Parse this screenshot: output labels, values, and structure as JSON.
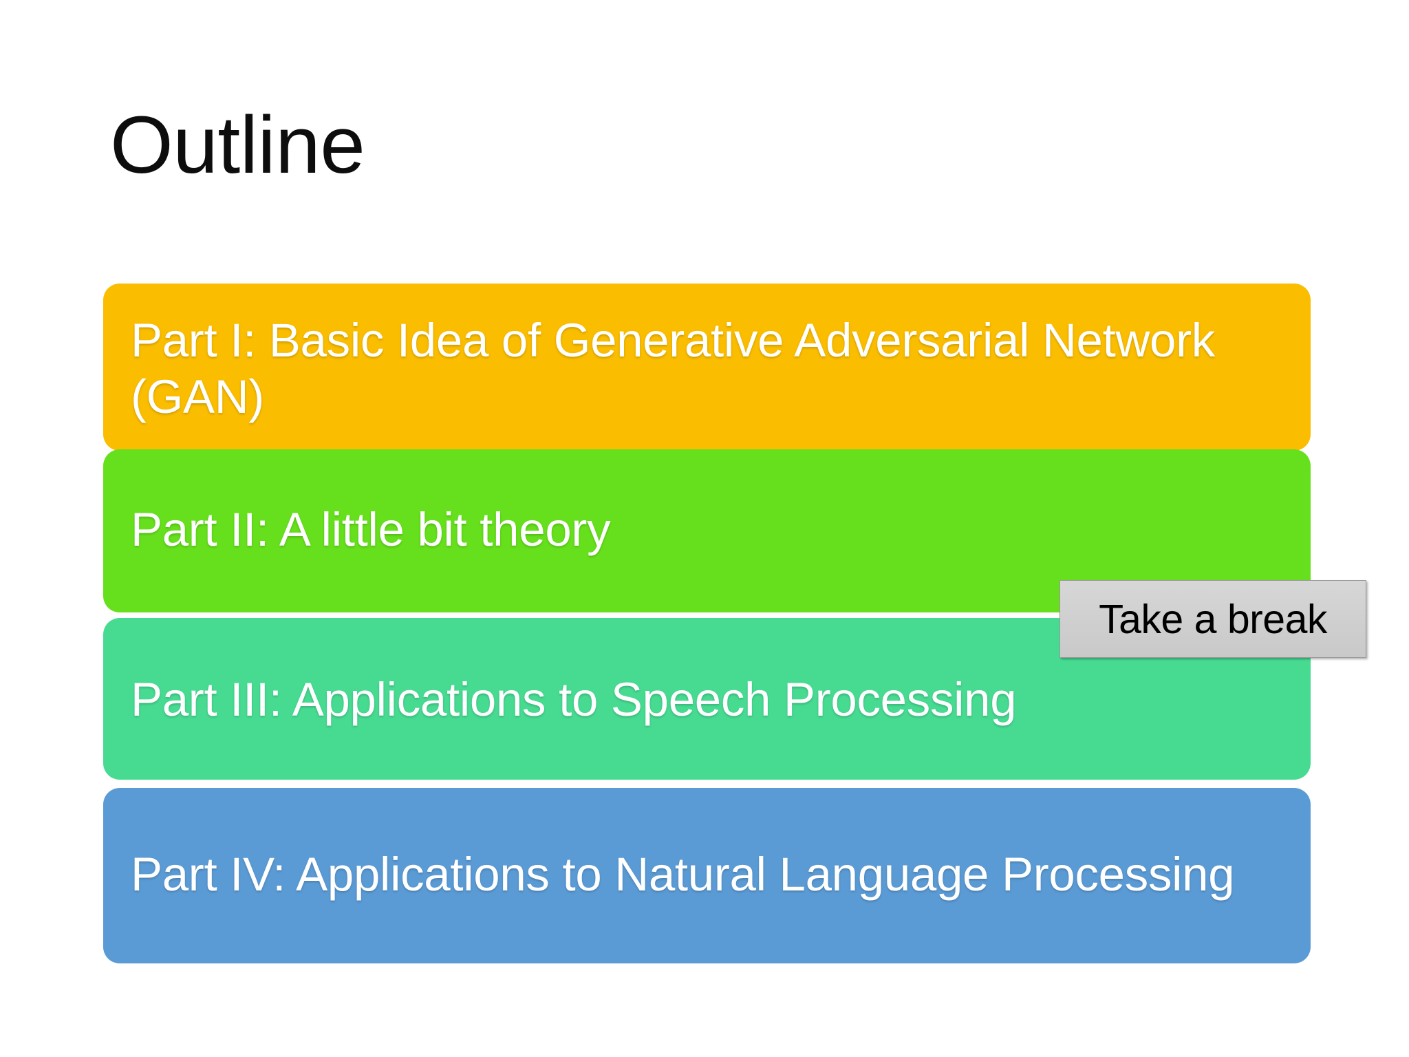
{
  "slide": {
    "title": "Outline",
    "background_color": "#ffffff",
    "title_color": "#0d0d0d"
  },
  "outline_items": [
    {
      "label": "Part I: Basic Idea of Generative Adversarial Network (GAN)",
      "color": "#fabd00",
      "text_color": "#ffffff"
    },
    {
      "label": "Part II: A little bit theory",
      "color": "#66e01c",
      "text_color": "#ffffff"
    },
    {
      "label": "Part III: Applications to Speech Processing",
      "color": "#47db92",
      "text_color": "#ffffff"
    },
    {
      "label": "Part IV: Applications to Natural Language Processing",
      "color": "#5b9bd5",
      "text_color": "#ffffff"
    }
  ],
  "callout": {
    "label": "Take a break",
    "background_color": "#d0d0d0",
    "border_color": "#9a9a9a",
    "text_color": "#000000"
  }
}
